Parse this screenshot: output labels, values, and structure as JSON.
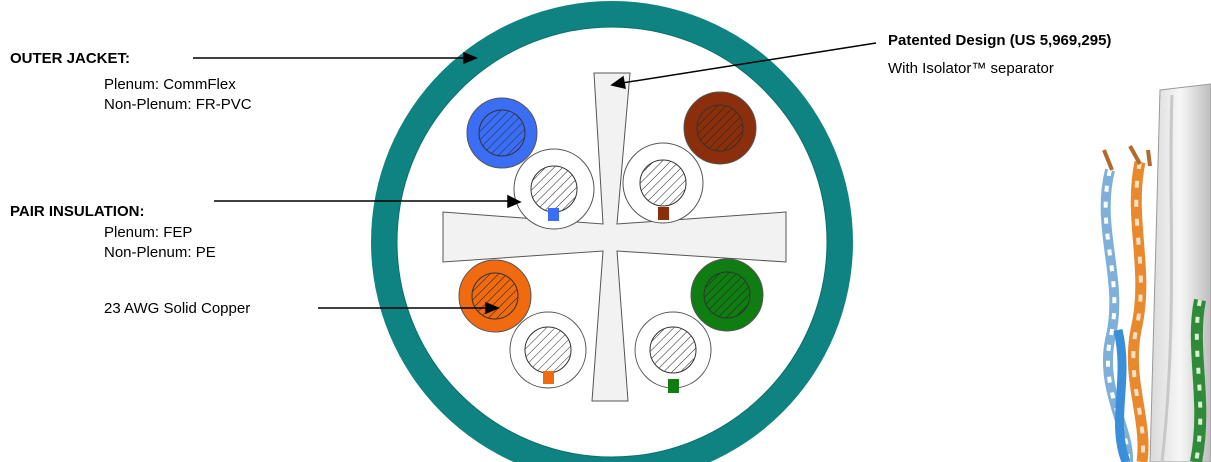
{
  "labels": {
    "outer_jacket": {
      "heading": "OUTER JACKET:",
      "lines": [
        "Plenum: CommFlex",
        "Non-Plenum: FR-PVC"
      ]
    },
    "pair_insulation": {
      "heading": "PAIR INSULATION:",
      "lines": [
        "Plenum: FEP",
        "Non-Plenum: PE"
      ]
    },
    "conductor": "23 AWG Solid Copper",
    "design": {
      "heading": "Patented Design (US 5,969,295)",
      "subtext": "With Isolator™ separator"
    }
  },
  "colors": {
    "jacket": "#0e8381",
    "separator_fill": "#f2f2f2",
    "blue": "#3b6ef5",
    "brown": "#8b2e0c",
    "orange": "#f06a10",
    "green": "#0f7d12"
  }
}
